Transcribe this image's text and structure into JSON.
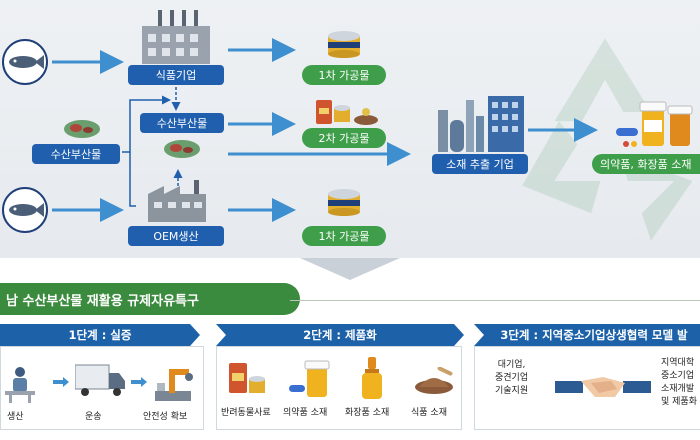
{
  "top_flow": {
    "food_company": "식품기업",
    "byproduct_mid": "수산부산물",
    "oem": "OEM생산",
    "byproduct_left": "수산부산물",
    "primary_1": "1차 가공물",
    "secondary": "2차 가공물",
    "primary_2": "1차 가공물",
    "extraction_company": "소재 추출 기업",
    "final": "의약품, 화장품 소재"
  },
  "banner": {
    "title": "남 수산부산물 재활용 규제자유특구"
  },
  "stages": [
    {
      "title": "1단계 : 실증",
      "items": [
        "생산",
        "운송",
        "안전성 확보"
      ]
    },
    {
      "title": "2단계 : 제품화",
      "items": [
        "반려동물사료",
        "의약품 소재",
        "화장품 소재",
        "식품 소재"
      ]
    },
    {
      "title": "3단계 : 지역중소기업상생협력 모델 발",
      "left_text": [
        "대기업,",
        "중견기업",
        "기술지원"
      ],
      "right_text": [
        "지역대학",
        "중소기업",
        "소재개발",
        "및 제품화"
      ]
    }
  ],
  "colors": {
    "blue": "#1f5fae",
    "green": "#3f9e49",
    "banner_green": "#3b8b3e",
    "stage_blue": "#1d62a8",
    "arrow": "#3d8fd0"
  },
  "icons": [
    "tuna-fish-icon",
    "factory-icon",
    "can-icon",
    "pet-food-icon",
    "fish-offal-icon",
    "extraction-plant-icon",
    "pill-bottle-icon",
    "worker-icon",
    "truck-icon",
    "robot-arm-icon",
    "dropper-bottle-icon",
    "powder-icon",
    "handshake-icon",
    "recycle-icon"
  ]
}
